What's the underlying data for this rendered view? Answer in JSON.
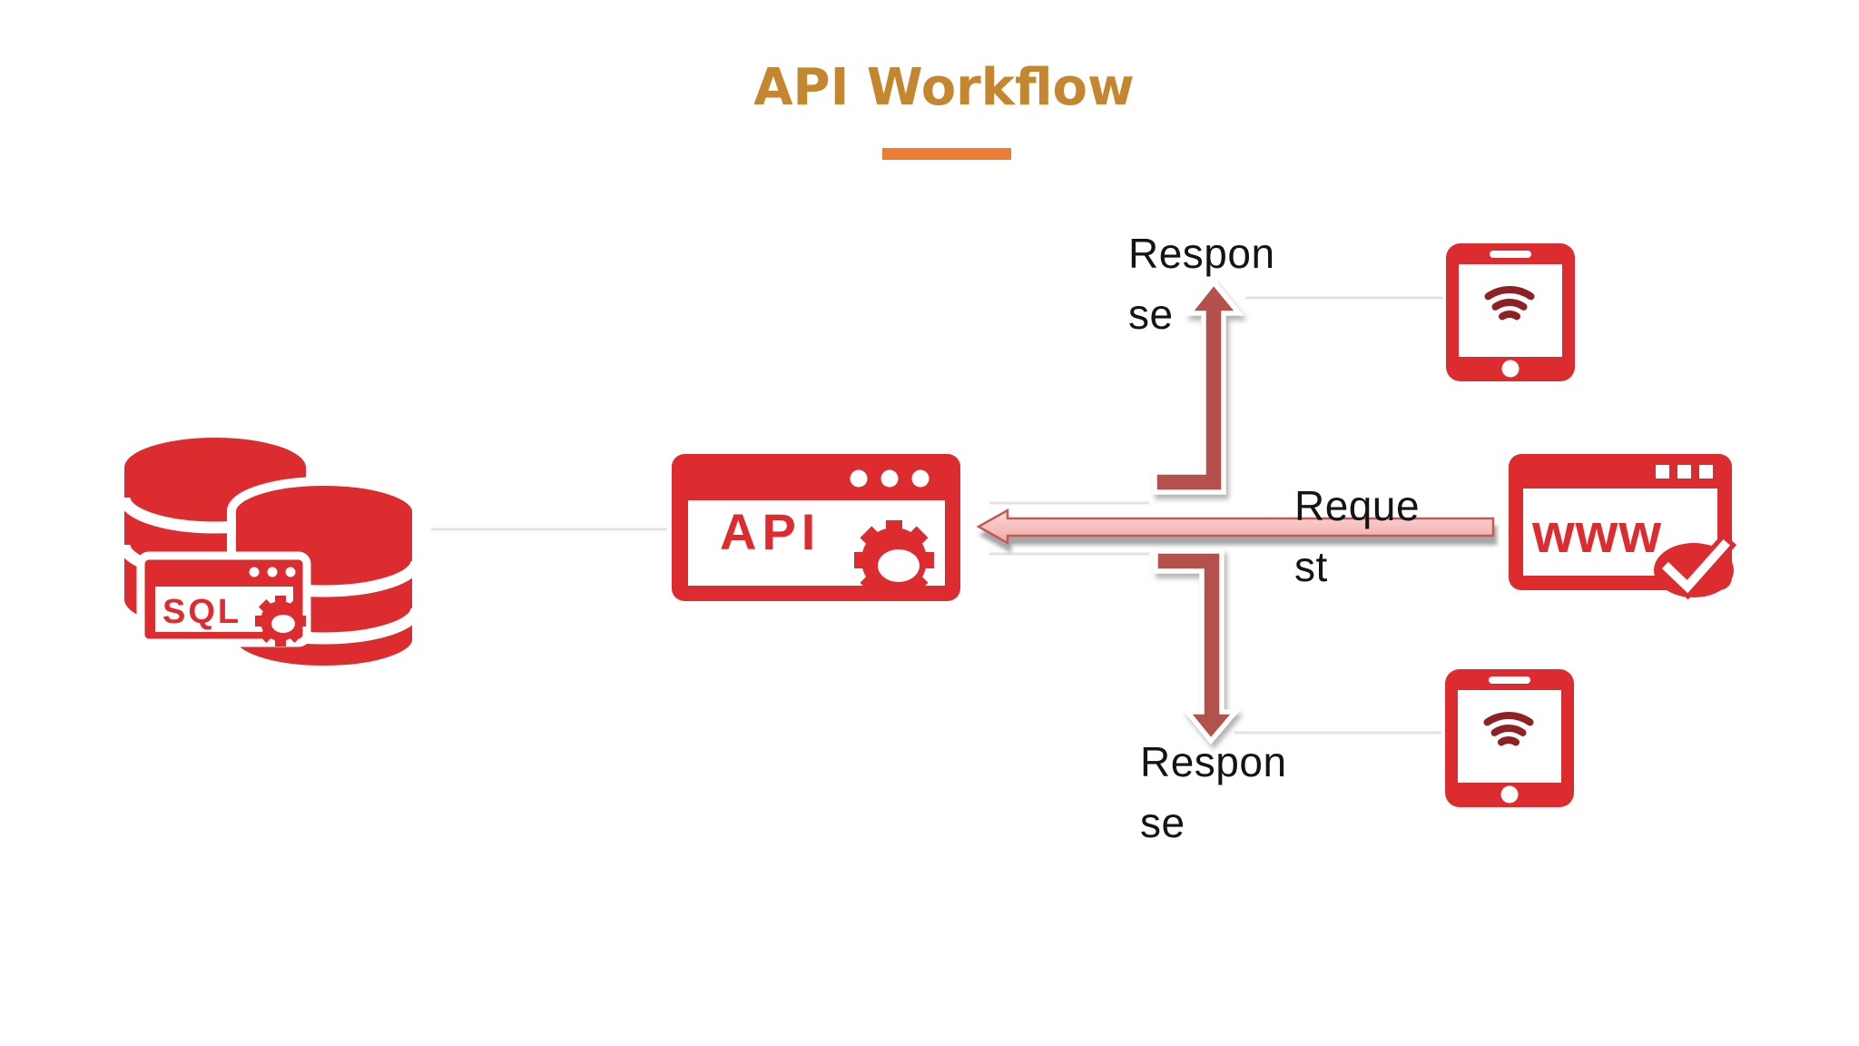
{
  "title": {
    "text": "API Workflow"
  },
  "nodes": {
    "database": {
      "label": "SQL",
      "type": "sql-database"
    },
    "api": {
      "label": "API",
      "type": "api-window"
    },
    "browser": {
      "label": "www",
      "type": "www-browser-with-check"
    },
    "tablet_top": {
      "type": "tablet-wifi"
    },
    "tablet_bottom": {
      "type": "tablet-wifi"
    }
  },
  "edges": {
    "response_top": {
      "label": "Response",
      "lines": [
        "Respon",
        "se"
      ],
      "from": "api",
      "to": "tablet_top",
      "direction": "up"
    },
    "request": {
      "label": "Request",
      "lines": [
        "Reque",
        "st"
      ],
      "from": "browser",
      "to": "api",
      "direction": "left"
    },
    "response_bottom": {
      "label": "Response",
      "lines": [
        "Respon",
        "se"
      ],
      "from": "api",
      "to": "tablet_bottom",
      "direction": "down"
    }
  },
  "colors": {
    "icon_red": "#dd2c30",
    "wifi_dark": "#8e2123",
    "elbow_arrow_fill": "#b5514d",
    "request_arrow_fill_top": "#fcd9d8",
    "request_arrow_fill_bottom": "#f1a8a6",
    "request_arrow_border": "#c05b58",
    "title_text": "#c4862f",
    "title_underline": "#ed7d31",
    "label_text": "#141414",
    "connector_line": "#e3e3e3"
  }
}
